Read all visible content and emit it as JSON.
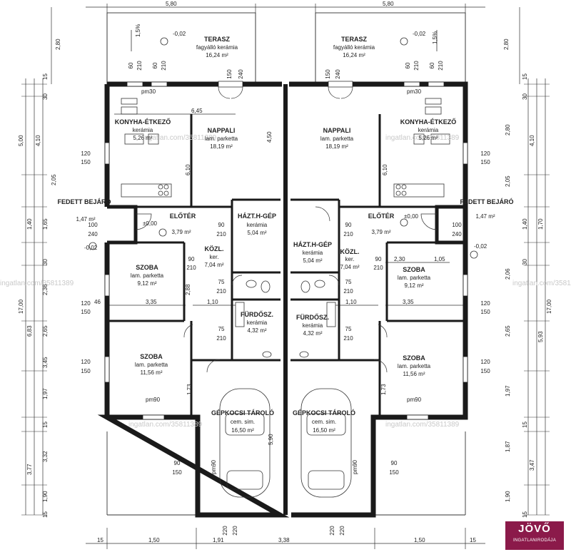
{
  "colors": {
    "wall": "#1a1a1a",
    "line": "#333333",
    "watermark": "#c9c9c9",
    "logo_bg": "#8b1a4a"
  },
  "rooms": [
    {
      "name": "TERASZ",
      "material": "fagyálló kerámia",
      "area": "16,24 m²"
    },
    {
      "name": "TERASZ",
      "material": "fagyálló kerámia",
      "area": "16,24 m²"
    },
    {
      "name": "KONYHA-ÉTKEZŐ",
      "material": "kerámia",
      "area": "5,26 m²"
    },
    {
      "name": "KONYHA-ÉTKEZŐ",
      "material": "kerámia",
      "area": "5,26 m²"
    },
    {
      "name": "NAPPALI",
      "material": "lam. parketta",
      "area": "18,19 m²"
    },
    {
      "name": "NAPPALI",
      "material": "lam. parketta",
      "area": "18,19 m²"
    },
    {
      "name": "FEDETT BEJÁRÓ",
      "material": "",
      "area": "1,47 m²"
    },
    {
      "name": "FEDETT BEJÁRÓ",
      "material": "",
      "area": "1,47 m²"
    },
    {
      "name": "ELŐTÉR",
      "material": "",
      "area": "3,79 m²"
    },
    {
      "name": "ELŐTÉR",
      "material": "",
      "area": "3,79 m²"
    },
    {
      "name": "HÁZT.H-GÉP",
      "material": "kerámia",
      "area": "5,04 m²"
    },
    {
      "name": "HÁZT.H-GÉP",
      "material": "kerámia",
      "area": "5,04 m²"
    },
    {
      "name": "KÖZL.",
      "material": "ker.",
      "area": "7,04 m²"
    },
    {
      "name": "KÖZL.",
      "material": "ker.",
      "area": "7,04 m²"
    },
    {
      "name": "SZOBA",
      "material": "lam. parketta",
      "area": "9,12 m²"
    },
    {
      "name": "SZOBA",
      "material": "lam. parketta",
      "area": "9,12 m²"
    },
    {
      "name": "FÜRDŐSZ.",
      "material": "kerámia",
      "area": "4,32 m²"
    },
    {
      "name": "FÜRDŐSZ.",
      "material": "kerámia",
      "area": "4,32 m²"
    },
    {
      "name": "SZOBA",
      "material": "lam. parketta",
      "area": "11,56 m²"
    },
    {
      "name": "SZOBA",
      "material": "lam. parketta",
      "area": "11,56 m²"
    },
    {
      "name": "GÉPKOCSI TÁROLÓ",
      "material": "cem. sim.",
      "area": "16,50 m²"
    },
    {
      "name": "GÉPKOCSI TÁROLÓ",
      "material": "cem. sim.",
      "area": "16,50 m²"
    }
  ],
  "levels": [
    "-0,02",
    "-0,02",
    "-0,02",
    "-0,02",
    "±0,00",
    "±0,00"
  ],
  "slope": [
    "1,5%",
    "1,5%"
  ],
  "pm": [
    "pm30",
    "pm30",
    "pm90",
    "pm90",
    "pm90",
    "pm90"
  ],
  "dims_top": [
    "5,80",
    "5,80"
  ],
  "dims_h": [
    "6,45",
    "3,35",
    "3,35",
    "1,10",
    "1,10",
    "2,30",
    "1,05",
    "46"
  ],
  "dims_left": [
    "2,80",
    "15",
    "30",
    "5,00",
    "4,10",
    "2,05",
    "1,40",
    "1,65",
    "30",
    "2,36",
    "17,00",
    "6,83",
    "2,65",
    "3,45",
    "1,97",
    "15",
    "3,32",
    "3,77",
    "1,90",
    "15"
  ],
  "dims_right": [
    "2,80",
    "15",
    "30",
    "2,80",
    "4,10",
    "2,05",
    "1,40",
    "1,70",
    "30",
    "2,06",
    "17,00",
    "2,65",
    "5,93",
    "1,97",
    "15",
    "1,87",
    "3,47",
    "1,90",
    "15"
  ],
  "dims_inner_v": [
    "6,10",
    "6,10",
    "4,50",
    "2,88",
    "1,73",
    "5,90",
    "1,73"
  ],
  "openings": [
    [
      "60",
      "210"
    ],
    [
      "60",
      "210"
    ],
    [
      "60",
      "210"
    ],
    [
      "60",
      "210"
    ],
    [
      "150",
      "240"
    ],
    [
      "150",
      "240"
    ],
    [
      "120",
      "150"
    ],
    [
      "120",
      "150"
    ],
    [
      "100",
      "240"
    ],
    [
      "100",
      "240"
    ],
    [
      "90",
      "210"
    ],
    [
      "90",
      "210"
    ],
    [
      "90",
      "210"
    ],
    [
      "90",
      "210"
    ],
    [
      "75",
      "210"
    ],
    [
      "75",
      "210"
    ],
    [
      "75",
      "210"
    ],
    [
      "75",
      "210"
    ],
    [
      "120",
      "150"
    ],
    [
      "120",
      "150"
    ],
    [
      "120",
      "150"
    ],
    [
      "120",
      "150"
    ],
    [
      "90",
      "150"
    ],
    [
      "90",
      "150"
    ],
    [
      "220",
      "220"
    ],
    [
      "220",
      "220"
    ]
  ],
  "dims_bottom": [
    "15",
    "1,50",
    "1,91",
    "3,38",
    "1,50",
    "15"
  ],
  "watermark": "ingatlan.com/35811389",
  "logo": {
    "title": "JÖVŐ",
    "subtitle": "INGATLANIRODÁJA"
  }
}
